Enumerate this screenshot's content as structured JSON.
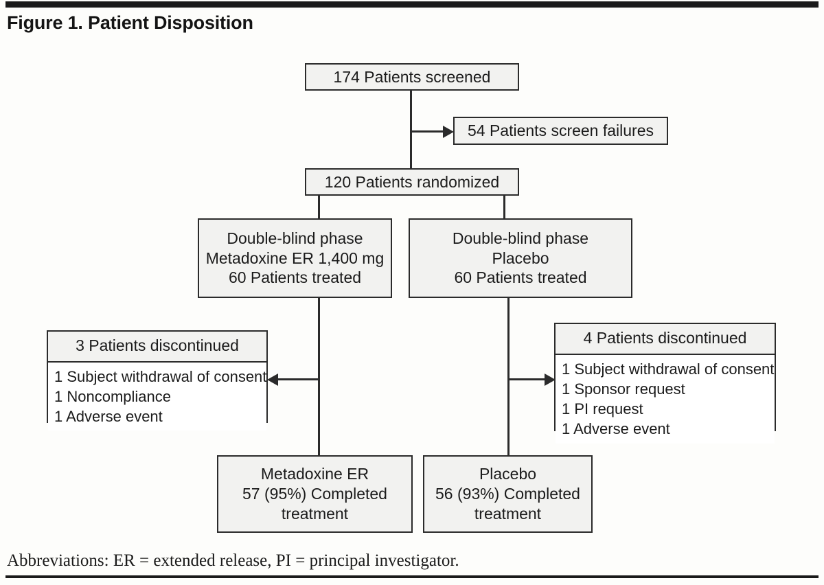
{
  "figure": {
    "title": "Figure 1. Patient Disposition",
    "footnote": "Abbreviations: ER = extended release, PI = principal investigator."
  },
  "chart_data": {
    "type": "diagram",
    "title": "Figure 1. Patient Disposition",
    "nodes": [
      {
        "id": "screened",
        "label": "174 Patients screened",
        "count": 174
      },
      {
        "id": "screen_fail",
        "label": "54 Patients screen failures",
        "count": 54
      },
      {
        "id": "randomized",
        "label": "120 Patients randomized",
        "count": 120
      },
      {
        "id": "arm_active",
        "label": "Double-blind phase / Metadoxine ER 1,400 mg / 60 Patients treated",
        "count": 60
      },
      {
        "id": "arm_placebo",
        "label": "Double-blind phase / Placebo / 60 Patients treated",
        "count": 60
      },
      {
        "id": "disc_active",
        "label": "3 Patients discontinued",
        "count": 3
      },
      {
        "id": "disc_placebo",
        "label": "4 Patients discontinued",
        "count": 4
      },
      {
        "id": "comp_active",
        "label": "Metadoxine ER 57 (95%) Completed treatment",
        "count": 57,
        "percent": 95
      },
      {
        "id": "comp_placebo",
        "label": "Placebo 56 (93%) Completed treatment",
        "count": 56,
        "percent": 93
      }
    ],
    "edges": [
      {
        "from": "screened",
        "to": "screen_fail",
        "arrow": true
      },
      {
        "from": "screened",
        "to": "randomized",
        "arrow": false
      },
      {
        "from": "randomized",
        "to": "arm_active",
        "arrow": false
      },
      {
        "from": "randomized",
        "to": "arm_placebo",
        "arrow": false
      },
      {
        "from": "arm_active",
        "to": "disc_active",
        "arrow": true
      },
      {
        "from": "arm_placebo",
        "to": "disc_placebo",
        "arrow": true
      },
      {
        "from": "arm_active",
        "to": "comp_active",
        "arrow": false
      },
      {
        "from": "arm_placebo",
        "to": "comp_placebo",
        "arrow": false
      }
    ]
  },
  "boxes": {
    "screened": {
      "line1": "174 Patients screened"
    },
    "screen_fail": {
      "line1": "54 Patients screen failures"
    },
    "randomized": {
      "line1": "120 Patients randomized"
    },
    "arm_active": {
      "line1": "Double-blind phase",
      "line2": "Metadoxine ER 1,400 mg",
      "line3": "60 Patients treated"
    },
    "arm_placebo": {
      "line1": "Double-blind phase",
      "line2": "Placebo",
      "line3": "60 Patients treated"
    },
    "disc_active": {
      "header": "3 Patients discontinued",
      "reason1": "1 Subject withdrawal of consent",
      "reason2": "1 Noncompliance",
      "reason3": "1 Adverse event"
    },
    "disc_placebo": {
      "header": "4 Patients discontinued",
      "reason1": "1 Subject withdrawal of consent",
      "reason2": "1 Sponsor request",
      "reason3": "1 PI request",
      "reason4": "1 Adverse event"
    },
    "comp_active": {
      "line1": "Metadoxine ER",
      "line2": "57 (95%) Completed",
      "line3": "treatment"
    },
    "comp_placebo": {
      "line1": "Placebo",
      "line2": "56 (93%) Completed",
      "line3": "treatment"
    }
  }
}
